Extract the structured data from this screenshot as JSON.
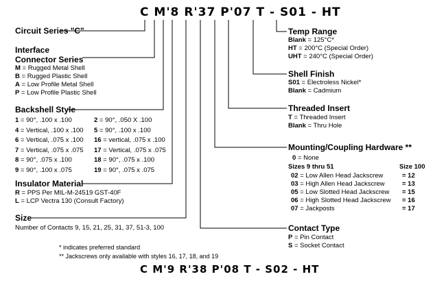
{
  "part_number": {
    "segments": [
      {
        "text": "C"
      },
      {
        "text": "M"
      },
      {
        "text": "'"
      },
      {
        "text": "8"
      },
      {
        "text": "R"
      },
      {
        "text": "'"
      },
      {
        "text": "37"
      },
      {
        "text": "P"
      },
      {
        "text": "'"
      },
      {
        "text": "07"
      },
      {
        "text": "T"
      },
      {
        "text": "-"
      },
      {
        "text": "S01"
      },
      {
        "text": "-"
      },
      {
        "text": "HT"
      }
    ],
    "example": "C M'9 R'38 P'08 T - S02 - HT"
  },
  "left": {
    "circuit": {
      "title": "Circuit Series \"C\""
    },
    "interface": {
      "title1": "Interface",
      "title2": "Connector Series",
      "items": [
        {
          "code": "M",
          "desc": " = Rugged Metal Shell"
        },
        {
          "code": "B",
          "desc": " = Rugged Plastic Shell"
        },
        {
          "code": "A",
          "desc": " = Low Profile Metal Shell"
        },
        {
          "code": "P",
          "desc": " = Low Profile Plastic Shell"
        }
      ]
    },
    "backshell": {
      "title": "Backshell Style",
      "col1": [
        {
          "code": "1",
          "desc": " = 90°, .100 x .100"
        },
        {
          "code": "4",
          "desc": " = Vertical, .100 x .100"
        },
        {
          "code": "6",
          "desc": " = Vertical, .075 x .100"
        },
        {
          "code": "7",
          "desc": " = Vertical, .075 x .075"
        },
        {
          "code": "8",
          "desc": " = 90°, .075 x .100"
        },
        {
          "code": "9",
          "desc": " = 90°, .100 x .075"
        }
      ],
      "col2": [
        {
          "code": "2",
          "desc": " = 90°, .050 X .100"
        },
        {
          "code": "5",
          "desc": " = 90°, .100 x .100"
        },
        {
          "code": "16",
          "desc": " = vertical, .075 x .100"
        },
        {
          "code": "17",
          "desc": " = Vertical, .075 x .075"
        },
        {
          "code": "18",
          "desc": " = 90°, .075 x .100"
        },
        {
          "code": "19",
          "desc": " = 90°, .075 x .075"
        }
      ]
    },
    "insulator": {
      "title": "Insulator Material",
      "items": [
        {
          "code": "R",
          "desc": " = PPS Per MIL-M-24519 GST-40F"
        },
        {
          "code": "L",
          "desc": " = LCP Vectra 130 (Consult Factory)"
        }
      ]
    },
    "size": {
      "title": "Size",
      "desc": "Number of Contacts 9, 15, 21, 25, 31, 37, 51-3, 100"
    },
    "notes": [
      "* indicates preferred standard",
      "** Jackscrews only available with styles 16, 17, 18, and 19"
    ]
  },
  "right": {
    "temp": {
      "title": "Temp Range",
      "items": [
        {
          "code": "Blank",
          "desc": " = 125°C*"
        },
        {
          "code": "HT",
          "desc": " = 200°C (Special Order)"
        },
        {
          "code": "UHT",
          "desc": " = 240°C (Special Order)"
        }
      ]
    },
    "finish": {
      "title": "Shell Finish",
      "items": [
        {
          "code": "S01",
          "desc": " = Electroless Nickel*"
        },
        {
          "code": "Blank",
          "desc": " = Cadmium"
        }
      ]
    },
    "insert": {
      "title": "Threaded Insert",
      "items": [
        {
          "code": "T",
          "desc": " = Threaded Insert"
        },
        {
          "code": "Blank",
          "desc": " = Thru Hole"
        }
      ]
    },
    "hardware": {
      "title": "Mounting/Coupling Hardware **",
      "none": {
        "code": "0",
        "desc": " = None"
      },
      "col_left": "Sizes 9 thru 51",
      "col_right": "Size 100",
      "rows": [
        {
          "code": "02",
          "desc": " = Low Allen Head Jackscrew",
          "size100": "= 12"
        },
        {
          "code": "03",
          "desc": " = High Allen Head Jackscrew",
          "size100": "= 13"
        },
        {
          "code": "05",
          "desc": " = Low Slotted Head Jackscrew",
          "size100": "= 15"
        },
        {
          "code": "06",
          "desc": " = High Slotted Head Jackscrew",
          "size100": "= 16"
        },
        {
          "code": "07",
          "desc": " = Jackposts",
          "size100": "= 17"
        }
      ]
    },
    "contact": {
      "title": "Contact Type",
      "items": [
        {
          "code": "P",
          "desc": " = Pin Contact"
        },
        {
          "code": "S",
          "desc": " = Socket Contact"
        }
      ]
    }
  }
}
